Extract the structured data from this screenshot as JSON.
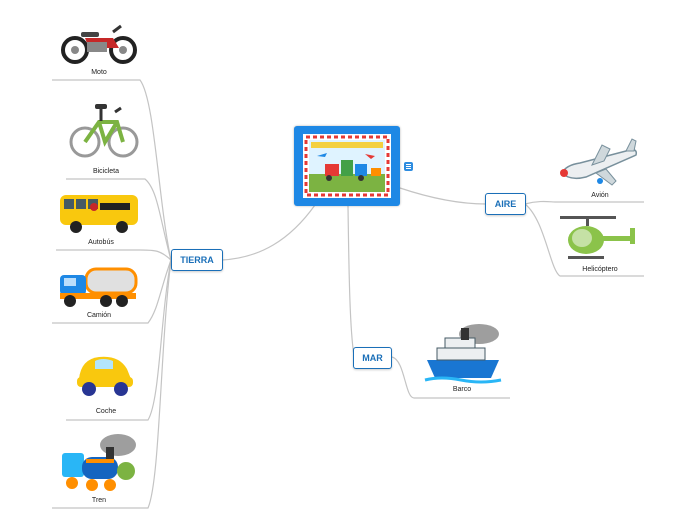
{
  "central": {
    "image": "transport-poster-image"
  },
  "branches": {
    "tierra": {
      "label": "TIERRA",
      "items": [
        {
          "label": "Moto",
          "icon": "motorcycle-icon"
        },
        {
          "label": "Bicicleta",
          "icon": "bicycle-icon"
        },
        {
          "label": "Autobús",
          "icon": "school-bus-icon"
        },
        {
          "label": "Camión",
          "icon": "truck-icon"
        },
        {
          "label": "Coche",
          "icon": "car-icon"
        },
        {
          "label": "Tren",
          "icon": "train-icon"
        }
      ]
    },
    "aire": {
      "label": "AIRE",
      "items": [
        {
          "label": "Avión",
          "icon": "airplane-icon"
        },
        {
          "label": "Helicóptero",
          "icon": "helicopter-icon"
        }
      ]
    },
    "mar": {
      "label": "MAR",
      "items": [
        {
          "label": "Barco",
          "icon": "ship-icon"
        }
      ]
    }
  },
  "colors": {
    "accent": "#1e88e5",
    "topic_border": "#1a6fb8",
    "line": "#c4c4c4"
  }
}
